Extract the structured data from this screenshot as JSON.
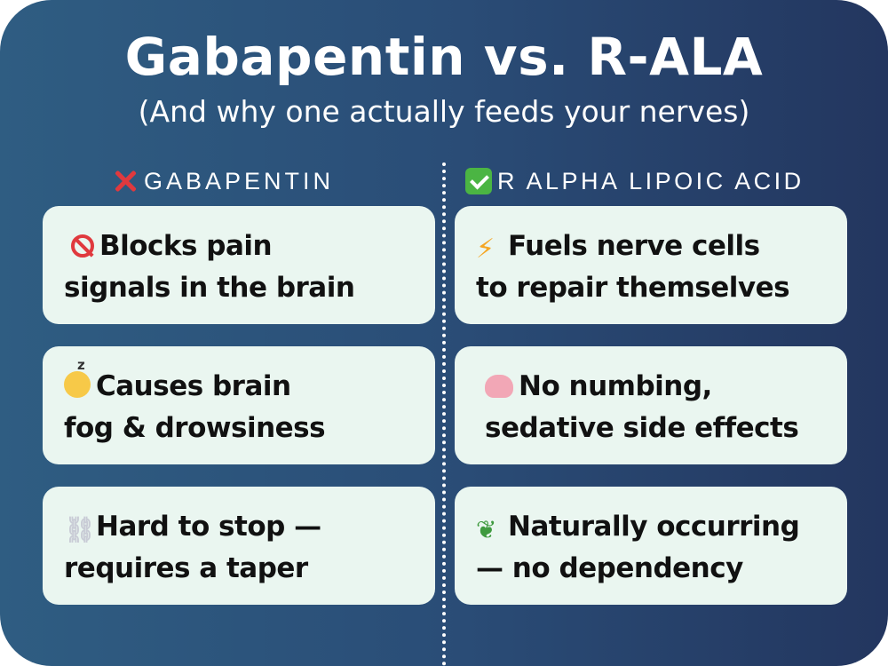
{
  "title": "Gabapentin vs. R-ALA",
  "subtitle": "(And why one actually feeds your nerves)",
  "colors": {
    "background_start": "#2f5d82",
    "background_end": "#23365f",
    "card": "#eaf6f0",
    "x_mark": "#e0393e",
    "check": "#4bb543"
  },
  "left": {
    "header_icon": "cross-mark-icon",
    "header": "GABAPENTIN",
    "cards": [
      {
        "icon": "prohibited-icon",
        "line1": "Blocks pain",
        "line2": "signals in the brain"
      },
      {
        "icon": "sleeping-face-icon",
        "line1": "Causes brain",
        "line2": "fog & drowsiness"
      },
      {
        "icon": "chains-icon",
        "line1": "Hard to stop —",
        "line2": "requires a taper"
      }
    ]
  },
  "right": {
    "header_icon": "check-mark-icon",
    "header": "R ALPHA LIPOIC ACID",
    "cards": [
      {
        "icon": "lightning-icon",
        "line1": "Fuels nerve cells",
        "line2": "to repair themselves"
      },
      {
        "icon": "brain-icon",
        "line1": "No numbing,",
        "line2": "sedative side effects"
      },
      {
        "icon": "herb-icon",
        "line1": "Naturally occurring",
        "line2": "— no dependency"
      }
    ]
  }
}
